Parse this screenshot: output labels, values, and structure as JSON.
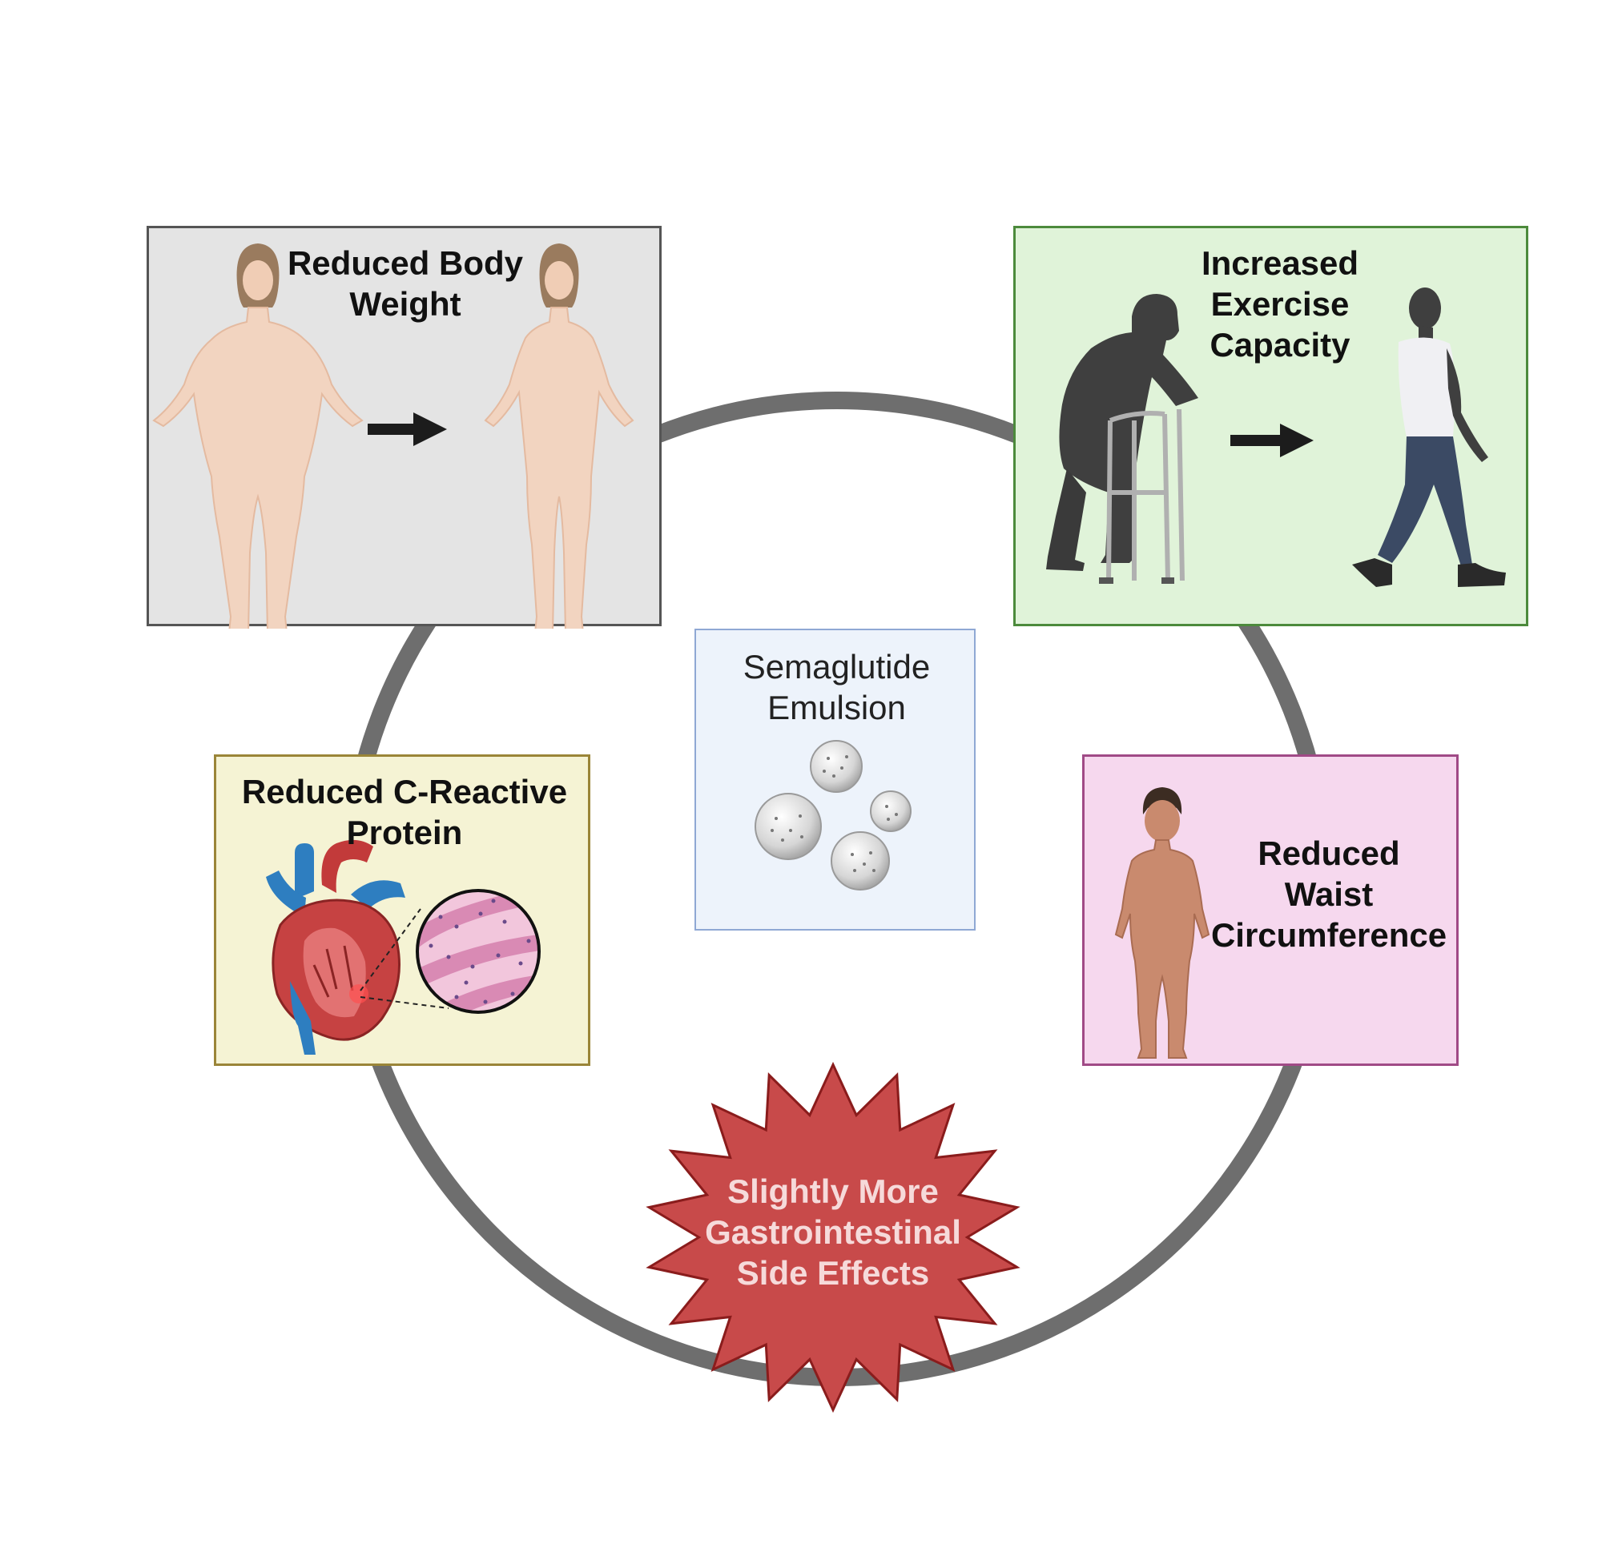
{
  "center": {
    "title_lines": [
      "Semaglutide",
      "Emulsion"
    ],
    "bg": "#edf3fb",
    "border": "#8fa8d4"
  },
  "panels": {
    "body_weight": {
      "title_lines": [
        "Reduced Body",
        "Weight"
      ],
      "bg": "#e4e4e4",
      "border": "#555555"
    },
    "exercise": {
      "title_lines": [
        "Increased",
        "Exercise",
        "Capacity"
      ],
      "bg": "#e0f3d9",
      "border": "#4c8a3c"
    },
    "crp": {
      "title_lines": [
        "Reduced C-Reactive",
        "Protein"
      ],
      "bg": "#f5f3d4",
      "border": "#9a8538"
    },
    "waist": {
      "title_lines": [
        "Reduced",
        "Waist",
        "Circumference"
      ],
      "bg": "#f6d8ee",
      "border": "#a04a86"
    }
  },
  "side_effect": {
    "lines": [
      "Slightly More",
      "Gastrointestinal",
      "Side Effects"
    ],
    "fill": "#c84a4a",
    "stroke": "#8a1c1c"
  },
  "colors": {
    "ring": "#6e6e6e",
    "skin": "#f2d4c0",
    "hair": "#9a7b5e",
    "silhouette": "#3f3f3f"
  },
  "icons": [
    "ring-connector",
    "woman-before-icon",
    "woman-after-icon",
    "arrow-right-icon",
    "elderly-walker-icon",
    "walking-man-icon",
    "emulsion-droplet-icon",
    "heart-icon",
    "tissue-magnifier-icon",
    "child-body-icon",
    "starburst-icon"
  ]
}
